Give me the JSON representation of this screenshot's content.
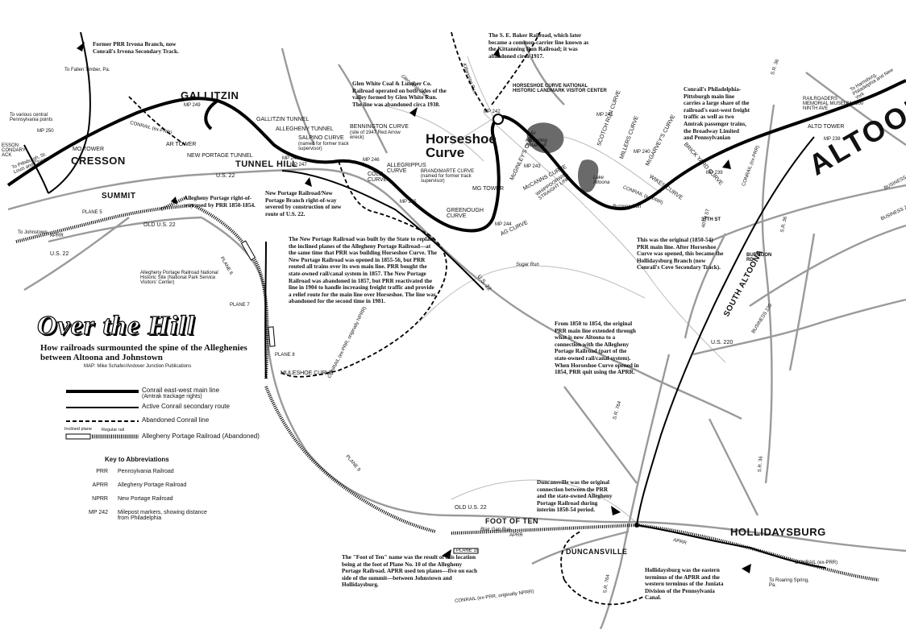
{
  "title": "Over the Hill",
  "subtitle": "How railroads surmounted the spine of the Alleghenies between Altoona and Johnstown",
  "credit": "MAP: Mike Schafer/Andover Junction Publications",
  "towns": {
    "gallitzin": "GALLITZIN",
    "cresson": "CRESSON",
    "tunnel_hill": "TUNNEL HILL",
    "summit": "SUMMIT",
    "altoona": "ALTOONA",
    "south_altoona": "SOUTH ALTOONA",
    "hollidaysburg": "HOLLIDAYSBURG",
    "duncansville": "DUNCANSVILLE",
    "foot_of_ten": "FOOT OF TEN",
    "horseshoe_curve": "Horseshoe Curve"
  },
  "map_labels": {
    "gallitzin_tunnel": "GALLITZIN TUNNEL",
    "allegheny_tunnel": "ALLEGHENY TUNNEL",
    "new_portage_tunnel": "NEW PORTAGE TUNNEL",
    "ar_tower": "AR TOWER",
    "mo_tower": "MO TOWER",
    "alto_tower": "ALTO TOWER",
    "mg_tower": "MG TOWER",
    "salpino_curve": "SALPINO CURVE",
    "salpino_note": "(named for former track supervisor)",
    "bennington_curve": "BENNINGTON CURVE",
    "bennington_note": "(site of 1947 Red Arrow wreck)",
    "cold_curve": "COLD CURVE",
    "allegrippus_curve": "ALLEGRIPPUS CURVE",
    "brandimarte_curve": "BRANDIMARTE CURVE (named for former track supervisor)",
    "greenough_curve": "GREENOUGH CURVE",
    "mccanns_curve": "McCANNS CURVE",
    "mcginleys_curve": "McGINLEY'S CURVE",
    "whippoorwill": "WHIPPOORWILL STRAIGHT LINE",
    "ag_curve": "AG CURVE",
    "millers_curve": "MILLERS CURVE",
    "scotch_run_curve": "SCOTCH RUN CURVE",
    "mcgarveys_curve": "McGARVEY'S CURVE",
    "brick_yard_curve": "BRICK YARD CURVE",
    "wikes_curve": "WIKES CURVE",
    "muleshoe_curve": "MULESHOE CURVE",
    "kittanning_reservoir": "Kittanning Reservoir",
    "lake_altoona": "Lake Altoona",
    "sugar_run": "Sugar Run",
    "burgoon_run": "Burgoon Run",
    "blair_gap_run": "Blair Gap Run",
    "glen_white_run": "Glen White Run",
    "kittanning_run": "Kittanning Run",
    "us22_a": "U.S. 22",
    "us22_b": "U.S. 22",
    "us22_c": "U.S. 22",
    "old_us22_a": "OLD U.S. 22",
    "old_us22_b": "OLD U.S. 22",
    "us220": "U.S. 220",
    "business220_a": "BUSINESS 220",
    "business220_b": "BUSINESS 220",
    "business220_c": "BUSINESS 220",
    "sr36_a": "S.R. 36",
    "sr36_b": "S.R. 36",
    "sr36_c": "S.R. 36",
    "sr764_a": "S.R. 764",
    "sr764_b": "S.R. 764",
    "st37": "37TH ST",
    "st40": "40TH ST",
    "burgoon_rd": "BURGOON RD",
    "conrail_exprr_1": "CONRAIL (ex-PRR)",
    "conrail_exprr_2": "CONRAIL (ex-PRR)",
    "conrail_exprr_3": "CONRAIL (ex-PRR)",
    "conrail_exprr_4": "CONRAIL (ex-PRR)",
    "conrail_nprr_1": "CONRAIL (ex-PRR, originally NPRR)",
    "conrail_nprr_2": "CONRAIL (ex-PRR, originally NPRR)",
    "aprr_1": "APRR",
    "aprr_2": "APRR",
    "aprr_3": "APRR",
    "plane5": "PLANE 5",
    "plane6": "PLANE 6",
    "plane7": "PLANE 7",
    "plane8": "PLANE 8",
    "plane9": "PLANE 9",
    "plane10": "PLANE 10",
    "to_johnstown": "To Johnstown",
    "to_pittsburgh": "To Pittsburgh, St. Louis and Chicago",
    "to_central_pa": "To various central Pennsylvania points",
    "to_fallen_timber": "To Fallen Timber, Pa.",
    "to_harrisburg": "To Harrisburg, Philadelphia and New York",
    "to_roaring_spring": "To Roaring Spring, Pa.",
    "cresson_left": "ESSON CONDARY ACK",
    "mp240": "MP 240",
    "mp246": "MP 246",
    "mp247": "MP 247",
    "mp245": "MP 245",
    "mp244": "MP 244",
    "mp243": "MP 243",
    "mp242": "MP 242",
    "mp241": "MP 241",
    "mp239": "MP 239",
    "mp238": "MP 238",
    "mp248": "MP 248",
    "mp249": "MP 249",
    "mp250": "MP 250",
    "railroaders_museum": "RAILROADERS MEMORIAL MUSEUM 1300 NINTH AVE",
    "horseshoe_landmark": "HORSESHOE CURVE NATIONAL HISTORIC LANDMARK VISITOR CENTER",
    "portage_site": "Allegheny Portage Railroad National Historic Site (National Park Service Visitors' Center)"
  },
  "annotations": {
    "irvona": "Former PRR Irvona Branch, now Conrail's Irvona Secondary Track.",
    "baker": "The S. E. Baker Railroad, which later became a common-carrier line known as the Kittanning Run Railroad; it was abandoned circa 1917.",
    "glen_white": "Glen White Coal & Lumber Co. Railroad operated on both sides of the valley formed by Glen White Run. The line was abandoned circa 1938.",
    "philadelphia_pittsburgh": "Conrail's Philadelphia-Pittsburgh main line carries a large share of the railroad's east-west freight traffic as well as two Amtrak passenger trains, the Broadway Limited and Pennsylvanian",
    "portage_row": "Allegheny Portage right-of-way used by PRR 1850-1854.",
    "npr_branch": "New Portage Railroad/New Portage Branch right-of-way severed by construction of new route of U.S. 22.",
    "new_portage": "The New Portage Railroad was built by the State to replace the inclined planes of the Allegheny Portage Railroad—at the same time that PRR was building Horseshoe Curve. The New Portage Railroad was opened in 1855-56, but PRR routed all trains over its own main line. PRR bought the state-owned rail/canal system in 1857. The New Portage Railroad was abandoned in 1857, but PRR reactivated the line in 1904 to handle increasing freight traffic and provide a relief route for the main line over Horseshoe. The line was abandoned for the second time in 1981.",
    "original_main": "This was the original (1850-54) PRR main line. After Horseshoe Curve was opened, this became the Hollidaysburg Branch (now Conrail's Cove Secondary Track).",
    "from_1850": "From 1850 to 1854, the original PRR main line extended through what is now Altoona to a connection with the Allegheny Portage Railroad (part of the state-owned rail/canal system). When Horseshoe Curve opened in 1854, PRR quit using the APRR.",
    "duncansville": "Duncansville was the original connection between the PRR and the state-owned Allegheny Portage Railroad during interim 1850-54 period.",
    "foot_of_ten": "The \"Foot of Ten\" name was the result of this location being at the foot of Plane No. 10 of the Allegheny Portage Railroad. APRR used ten planes—five on each side of the summit—between Johnstown and Hollidaysburg.",
    "hollidaysburg": "Hollidaysburg was the eastern terminus of the APRR and the western terminus of the Juniata Division of the Pennsylvania Canal."
  },
  "legend": {
    "main_line": "Conrail east-west main line",
    "main_line_note": "(Amtrak trackage rights)",
    "secondary": "Active Conrail secondary route",
    "abandoned": "Abandoned Conrail line",
    "portage": "Allegheny Portage Railroad (Abandoned)",
    "inclined_plane": "Inclined plane",
    "regular_rail": "Regular rail"
  },
  "key": {
    "heading": "Key to Abbreviations",
    "items": [
      {
        "abbr": "PRR",
        "meaning": "Pennsylvania Railroad"
      },
      {
        "abbr": "APRR",
        "meaning": "Allegheny Portage Railroad"
      },
      {
        "abbr": "NPRR",
        "meaning": "New Portage Railroad"
      },
      {
        "abbr": "MP 242",
        "meaning": "Milepost markers, showing distance from Philadelphia"
      }
    ]
  }
}
